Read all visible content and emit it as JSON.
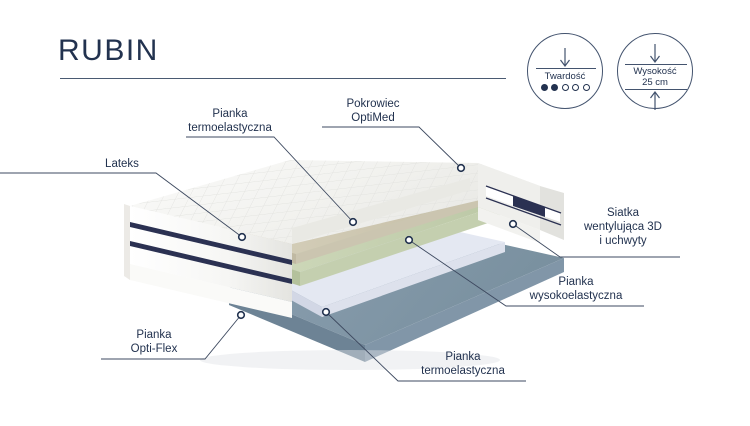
{
  "header": {
    "title": "RUBIN"
  },
  "badges": [
    {
      "name": "hardness",
      "label": "Twardość",
      "dots_total": 5,
      "dots_filled": 2,
      "arrow": "arrow-down-icon"
    },
    {
      "name": "height",
      "label": "Wysokość",
      "value": "25 cm",
      "arrow_top": "arrow-down-icon",
      "arrow_bottom": "arrow-up-icon"
    }
  ],
  "callouts": [
    {
      "id": "lateks",
      "line1": "Lateks",
      "line2": ""
    },
    {
      "id": "pianka-termo-top",
      "line1": "Pianka",
      "line2": "termoelastyczna"
    },
    {
      "id": "pokrowiec",
      "line1": "Pokrowiec",
      "line2": "OptiMed"
    },
    {
      "id": "siatka",
      "line1": "Siatka",
      "line2": "wentylująca 3D",
      "line3": "i uchwyty"
    },
    {
      "id": "pianka-wysoko",
      "line1": "Pianka",
      "line2": "wysokoelastyczna"
    },
    {
      "id": "pianka-termo-bottom",
      "line1": "Pianka",
      "line2": "termoelastyczna"
    },
    {
      "id": "pianka-optiflex",
      "line1": "Pianka",
      "line2": "Opti-Flex"
    }
  ],
  "colors": {
    "ink": "#22324f",
    "rule": "#4a5a72",
    "cover_white": "#f4f4f2",
    "cover_shadow": "#dcdcd8",
    "latex_beige": "#cfc9b4",
    "thermo_green": "#c9d3b4",
    "highelastic_lilac": "#d7dbe8",
    "base_slate": "#7d93a6",
    "base_slate_dark": "#6b8093",
    "stripe_navy": "#2b3152"
  },
  "product": {
    "layers": [
      "Pokrowiec OptiMed",
      "Lateks",
      "Pianka termoelastyczna",
      "Pianka wysokoelastyczna",
      "Pianka termoelastyczna",
      "Pianka Opti-Flex"
    ]
  }
}
